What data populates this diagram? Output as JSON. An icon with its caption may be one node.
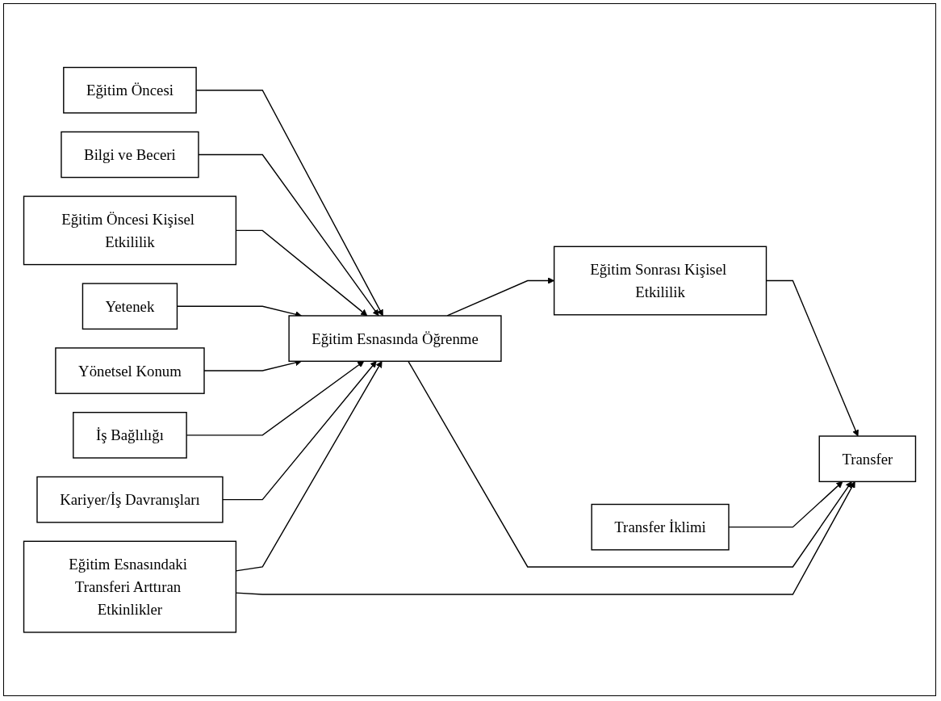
{
  "diagram": {
    "nodes": [
      {
        "text": [
          "Eğitim Öncesi"
        ]
      },
      {
        "text": [
          "Bilgi ve Beceri"
        ]
      },
      {
        "text": [
          "Eğitim Öncesi Kişisel Etkililik"
        ]
      },
      {
        "text": [
          "Yetenek"
        ]
      },
      {
        "text": [
          "Yönetsel Konum"
        ]
      },
      {
        "text": [
          "İş Bağlılığı"
        ]
      },
      {
        "text": [
          "Kariyer/İş Davranışları"
        ]
      },
      {
        "text": [
          "Eğitim Sonrası Kişisel Etkililik"
        ]
      },
      {
        "text": [
          "Eğitim Esnasında Öğrenme"
        ]
      },
      {
        "text": [
          "Transfer İklimi"
        ]
      },
      {
        "text": [
          "Transfer"
        ]
      },
      {
        "text": [
          "Eğitim Esnasındaki Transferi Arttıran Etkinlikler"
        ]
      }
    ],
    "edges": [
      {
        "from": 0,
        "to": 8,
        "arrow": "to"
      },
      {
        "from": 1,
        "to": 8,
        "arrow": "to"
      },
      {
        "from": 2,
        "to": 8,
        "arrow": "to"
      },
      {
        "from": 3,
        "to": 8,
        "arrow": "to"
      },
      {
        "from": 4,
        "to": 8,
        "arrow": "to"
      },
      {
        "from": 5,
        "to": 8,
        "arrow": "to"
      },
      {
        "from": 6,
        "to": 8,
        "arrow": "to"
      },
      {
        "from": 8,
        "to": 7,
        "arrow": "to"
      },
      {
        "from": 7,
        "to": 10,
        "arrow": "to"
      },
      {
        "from": 9,
        "to": 10,
        "arrow": "to"
      },
      {
        "from": 8,
        "to": 10,
        "arrow": "to"
      },
      {
        "from": 11,
        "to": 8,
        "arrow": "to"
      },
      {
        "from": 11,
        "to": 10,
        "arrow": "to"
      }
    ]
  }
}
